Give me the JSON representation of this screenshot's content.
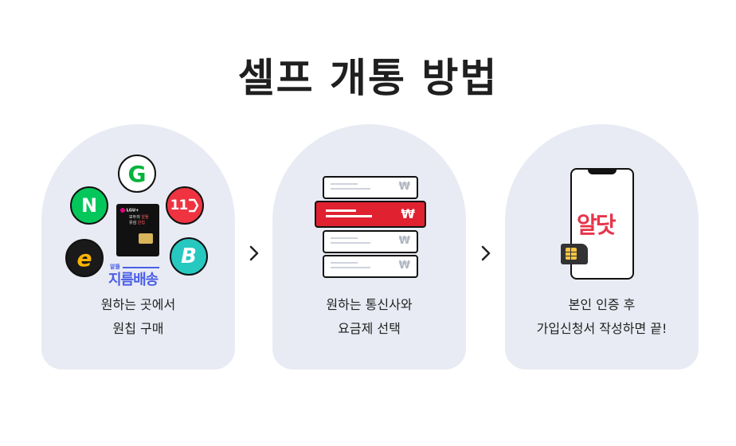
{
  "title": "셀프 개통 방법",
  "steps": [
    {
      "line1": "원하는 곳에서",
      "line2": "원칩 구매"
    },
    {
      "line1": "원하는 통신사와",
      "line2": "요금제 선택"
    },
    {
      "line1": "본인 인증 후",
      "line2": "가입신청서 작성하면 끝!"
    }
  ],
  "shop_logos": {
    "gmarket": "G",
    "naver": "N",
    "st11": "11",
    "emart": "e",
    "bunjang": "B",
    "delivery": "지름배송",
    "delivery_small": "알뜰"
  },
  "sim_package": {
    "brand": "LGU+",
    "line1": "모두의 ",
    "line1_accent": "알뜰",
    "line2": "유심 ",
    "line2_accent": "원칩",
    "text_accent_color": "#ff5a5a"
  },
  "plan_list": {
    "currency_symbol": "₩"
  },
  "phone_app": {
    "logo_text": "알닷",
    "logo_color": "#e8344a"
  },
  "colors": {
    "card_bg": "#e8ebf3",
    "selected_plan": "#e0212f",
    "gmarket": "#00b33c",
    "naver": "#03c75a",
    "st11": "#ef3340",
    "emart": "#ffb400",
    "bunjang": "#27c8c0",
    "delivery": "#4a5ee8"
  }
}
